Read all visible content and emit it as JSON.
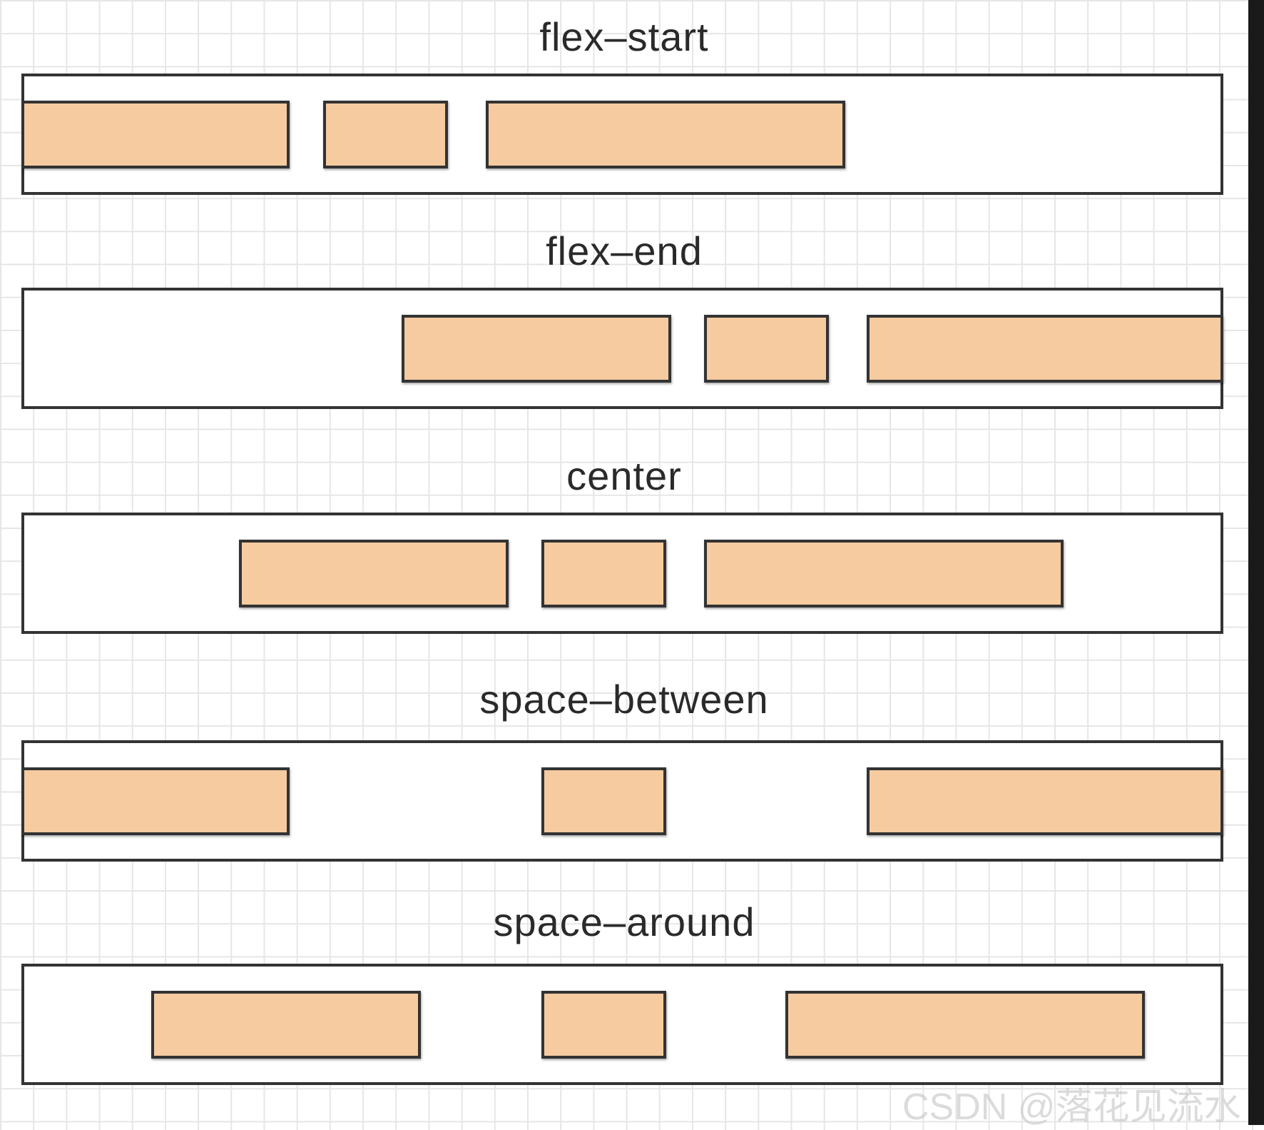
{
  "diagram": {
    "rows": [
      {
        "label": "flex–start"
      },
      {
        "label": "flex–end"
      },
      {
        "label": "center"
      },
      {
        "label": "space–between"
      },
      {
        "label": "space–around"
      }
    ],
    "item_fill": "#f5cb9f",
    "border_color": "#333333",
    "grid_color": "#e6e6e6"
  },
  "watermark": "CSDN @落花见流水"
}
